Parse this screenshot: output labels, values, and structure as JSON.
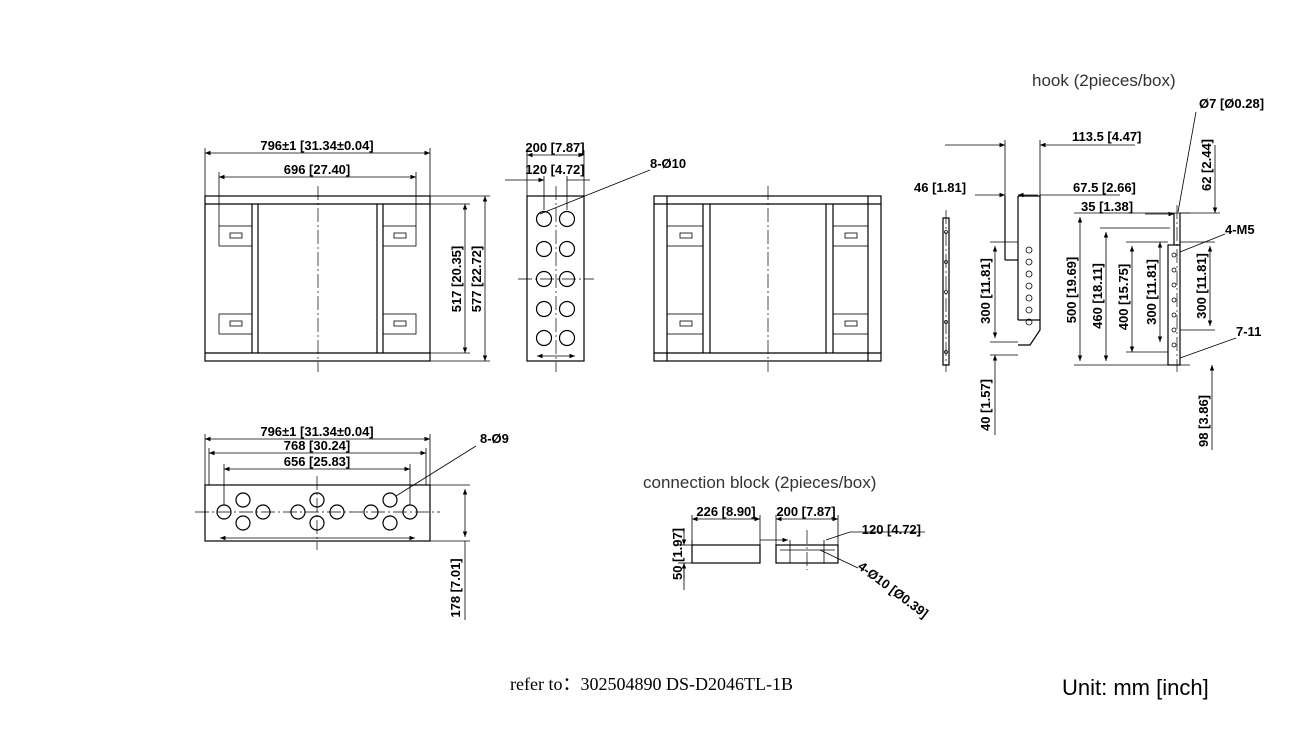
{
  "front_view": {
    "overall_width": "796±1 [31.34±0.04]",
    "inner_width": "696 [27.40]",
    "inner_height": "517 [20.35]",
    "overall_height": "577 [22.72]"
  },
  "side_view": {
    "width": "200 [7.87]",
    "hole_spacing": "120 [4.72]",
    "holes": "8-Ø10"
  },
  "bottom_view": {
    "overall_width": "796±1 [31.34±0.04]",
    "width_768": "768 [30.24]",
    "width_656": "656 [25.83]",
    "holes": "8-Ø9",
    "height": "178 [7.01]"
  },
  "connection_block": {
    "title": "connection block (2pieces/box)",
    "length": "226 [8.90]",
    "width": "200 [7.87]",
    "hole_spacing": "120 [4.72]",
    "height": "50 [1.97]",
    "holes": "4-Ø10 [Ø0.39]"
  },
  "hook": {
    "title": "hook (2pieces/box)",
    "d113": "113.5 [4.47]",
    "d46": "46 [1.81]",
    "d67": "67.5 [2.66]",
    "d35": "35 [1.38]",
    "d300a": "300 [11.81]",
    "d40": "40 [1.57]",
    "d500": "500 [19.69]",
    "d460": "460 [18.11]",
    "d400": "400 [15.75]",
    "d300b": "300 [11.81]",
    "d300c": "300 [11.81]",
    "phi7": "Ø7 [Ø0.28]",
    "d62": "62 [2.44]",
    "m5": "4-M5",
    "d711": "7-11",
    "d98": "98 [3.86]"
  },
  "footer": {
    "reference": "refer to：302504890 DS-D2046TL-1B",
    "unit": "Unit: mm [inch]"
  }
}
